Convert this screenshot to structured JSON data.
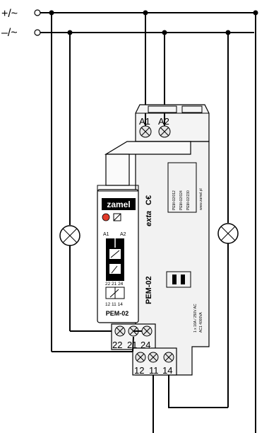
{
  "supply": {
    "plus_label": "+/~",
    "minus_label": "–/~"
  },
  "terminals": {
    "a1": "A1",
    "a2": "A2",
    "t22": "22",
    "t21": "21",
    "t24": "24",
    "t12": "12",
    "t11": "11",
    "t14": "14"
  },
  "device": {
    "brand": "zamel",
    "model": "PEM-02",
    "side_brand": "exta",
    "ce_mark": "C€",
    "side_model": "PEM-02",
    "face_top_left": "A1",
    "face_top_right": "A2",
    "face_mid": "22 21 24",
    "face_bottom": "12 11 14",
    "side_table_rows": [
      "PEM-02/012",
      "PEM-02/024",
      "PEM-02/230"
    ],
    "side_footer": "www.zamel.pl",
    "side_rating_1": "1 x 16A / 250V AC",
    "side_rating_2": "AC1 4000VA"
  },
  "colors": {
    "wire": "#000000",
    "led": "#e23b2a",
    "brand_bg": "#000000",
    "brand_text": "#ffffff",
    "module_face": "#ffffff",
    "module_side": "#f2f2f2"
  },
  "icons": [
    "lamp-icon",
    "lamp-icon",
    "coil-icon",
    "contact-icon",
    "led-indicator"
  ]
}
